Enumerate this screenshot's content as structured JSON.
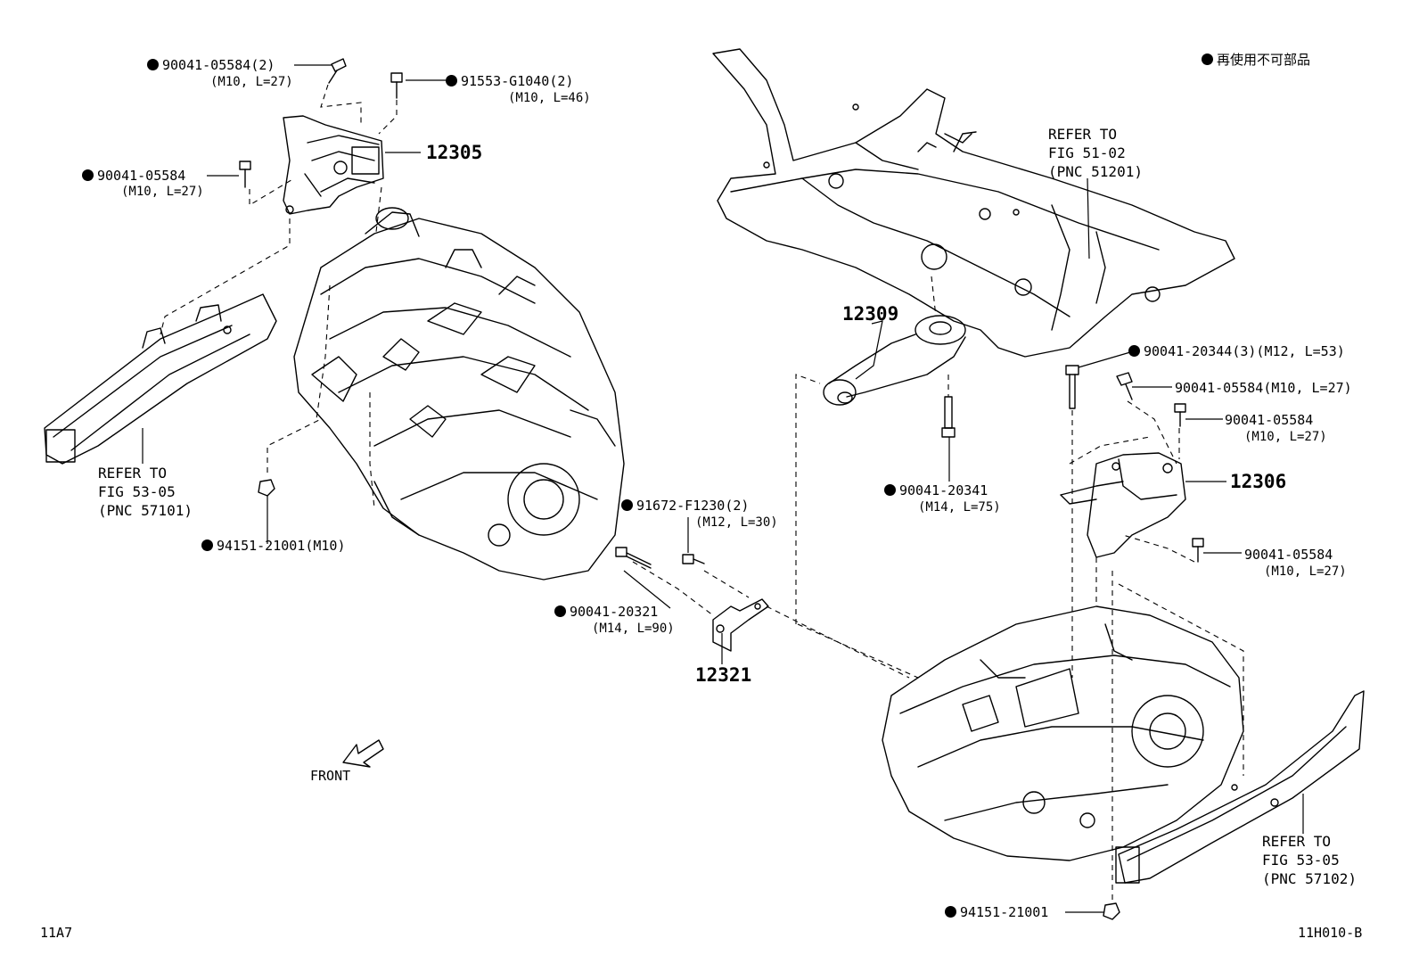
{
  "legend": {
    "marker": "●",
    "text": "再使用不可部品"
  },
  "parts": {
    "p12305": "12305",
    "p12309": "12309",
    "p12306": "12306",
    "p12321": "12321"
  },
  "fasteners": {
    "f1": {
      "number": "90041-05584(2)",
      "spec": "(M10, L=27)"
    },
    "f2": {
      "number": "91553-G1040(2)",
      "spec": "(M10, L=46)"
    },
    "f3": {
      "number": "90041-05584",
      "spec": "(M10, L=27)"
    },
    "f4": {
      "number": "94151-21001(M10)"
    },
    "f5": {
      "number": "91672-F1230(2)",
      "spec": "(M12, L=30)"
    },
    "f6": {
      "number": "90041-20321",
      "spec": "(M14, L=90)"
    },
    "f7": {
      "number": "90041-20341",
      "spec": "(M14, L=75)"
    },
    "f8": {
      "number": "90041-20344(3)(M12, L=53)"
    },
    "f9": {
      "number": "90041-05584(M10, L=27)"
    },
    "f10": {
      "number": "90041-05584",
      "spec": "(M10, L=27)"
    },
    "f11": {
      "number": "90041-05584",
      "spec": "(M10, L=27)"
    },
    "f12": {
      "number": "94151-21001"
    }
  },
  "references": {
    "r1": {
      "line1": "REFER TO",
      "line2": "FIG 51-02",
      "line3": "(PNC 51201)"
    },
    "r2": {
      "line1": "REFER TO",
      "line2": "FIG 53-05",
      "line3": "(PNC 57101)"
    },
    "r3": {
      "line1": "REFER TO",
      "line2": "FIG 53-05",
      "line3": "(PNC 57102)"
    }
  },
  "front_label": "FRONT",
  "corner_left": "11A7",
  "corner_right": "11H010-B"
}
